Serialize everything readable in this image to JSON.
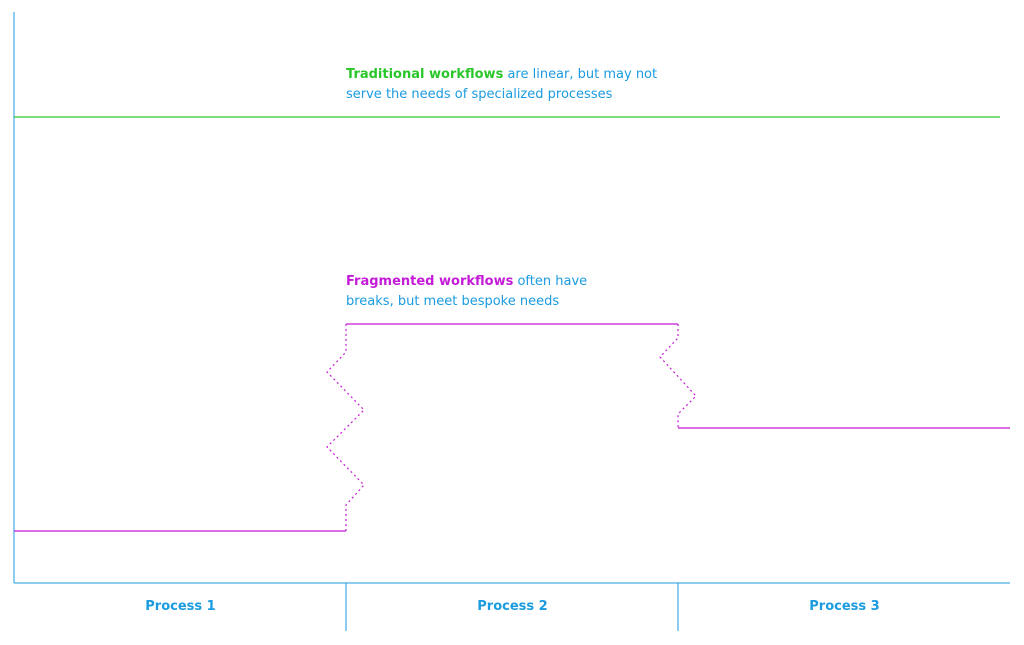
{
  "captions": {
    "traditional": {
      "lead": "Traditional workflows",
      "line1_rest": " are linear, but may not",
      "line2": "serve the needs of specialized processes"
    },
    "fragmented": {
      "lead": "Fragmented workflows",
      "line1_rest": " often have",
      "line2": "breaks, but meet bespoke needs"
    }
  },
  "processes": [
    "Process 1",
    "Process 2",
    "Process 3"
  ],
  "colors": {
    "axis": "#1b9be0",
    "traditional": "#2ac72a",
    "fragmented": "#c41bd8",
    "text": "#1b9be0"
  }
}
